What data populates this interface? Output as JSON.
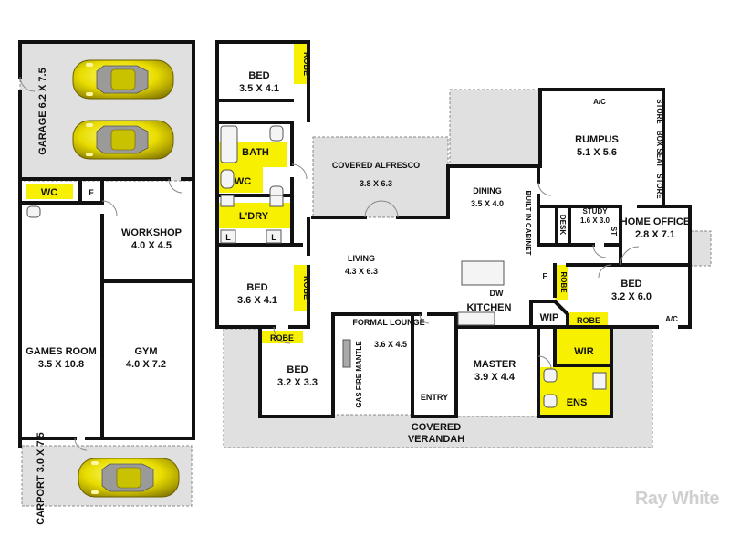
{
  "rooms": {
    "garage": "GARAGE 6.2 X 7.5",
    "wc1": "WC",
    "f1": "F",
    "workshop_name": "WORKSHOP",
    "workshop_dim": "4.0 X 4.5",
    "games_name": "GAMES ROOM",
    "games_dim": "3.5 X 10.8",
    "gym_name": "GYM",
    "gym_dim": "4.0 X 7.2",
    "carport": "CARPORT 3.0 X 7.5",
    "bed1_name": "BED",
    "bed1_dim": "3.5 X 4.1",
    "robe1": "ROBE",
    "bath": "BATH",
    "wc2": "WC",
    "laundry": "L'DRY",
    "l1": "L",
    "l2": "L",
    "bed2_name": "BED",
    "bed2_dim": "3.6 X 4.1",
    "robe2": "ROBE",
    "alfresco_name": "COVERED ALFRESCO",
    "alfresco_dim": "3.8 X 6.3",
    "living_name": "LIVING",
    "living_dim": "4.3 X 6.3",
    "formal_name": "FORMAL LOUNGE",
    "formal_dim": "3.6 X 4.5",
    "fireplace": "GAS FIRE MANTLE",
    "entry": "ENTRY",
    "bed3_name": "BED",
    "bed3_dim": "3.2 X 3.3",
    "robe3": "ROBE",
    "verandah_name": "COVERED",
    "verandah_name2": "VERANDAH",
    "dining_name": "DINING",
    "dining_dim": "3.5 X 4.0",
    "cabinet": "BUILT IN CABINET",
    "kitchen": "KITCHEN",
    "dw": "DW",
    "master_name": "MASTER",
    "master_dim": "3.9 X 4.4",
    "wip": "WIP",
    "wir": "WIR",
    "ens": "ENS",
    "rumpus_name": "RUMPUS",
    "rumpus_dim": "5.1 X 5.6",
    "ac1": "A/C",
    "store1": "STORE",
    "box_seat": "BOX SEAT",
    "store2": "STORE",
    "study_name": "STUDY",
    "study_dim": "1.6 X 3.0",
    "desk": "DESK",
    "st": "ST",
    "home_office_name": "HOME OFFICE",
    "home_office_dim": "2.8 X 7.1",
    "bed4_name": "BED",
    "bed4_dim": "3.2 X 6.0",
    "robe4": "ROBE",
    "robe5": "ROBE",
    "f2": "F",
    "ac2": "A/C"
  },
  "branding": "Ray White",
  "colors": {
    "wall": "#111111",
    "covered_area": "#e0e0e0",
    "wet_area": "#f7f000",
    "car": "#f2e600"
  }
}
